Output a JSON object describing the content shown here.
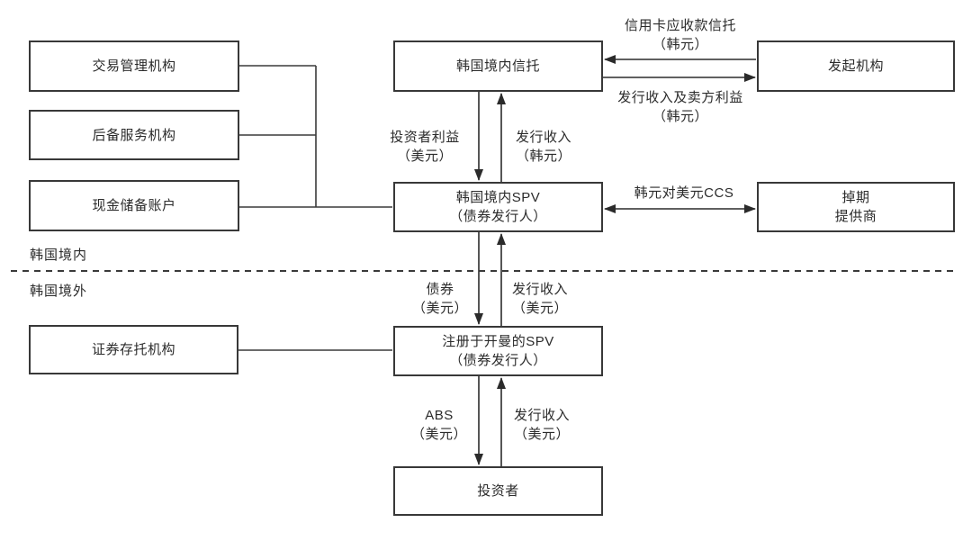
{
  "diagram": {
    "regions": {
      "inside": "韩国境内",
      "outside": "韩国境外"
    },
    "nodes": {
      "trade_manager": {
        "label": "交易管理机构"
      },
      "backup_servicer": {
        "label": "后备服务机构"
      },
      "cash_reserve": {
        "label": "现金储备账户"
      },
      "korea_trust": {
        "label": "韩国境内信托"
      },
      "originator": {
        "label": "发起机构"
      },
      "korea_spv": {
        "line1": "韩国境内SPV",
        "line2": "（债券发行人）"
      },
      "swap_provider": {
        "line1": "掉期",
        "line2": "提供商"
      },
      "securities_depository": {
        "label": "证券存托机构"
      },
      "cayman_spv": {
        "line1": "注册于开曼的SPV",
        "line2": "（债券发行人）"
      },
      "investors": {
        "label": "投资者"
      }
    },
    "edges": {
      "card_receivables_trust": {
        "line1": "信用卡应收款信托",
        "line2": "（韩元）"
      },
      "proceeds_seller_interest": {
        "line1": "发行收入及卖方利益",
        "line2": "（韩元）"
      },
      "investor_interest_usd": {
        "line1": "投资者利益",
        "line2": "（美元）"
      },
      "issuance_proceeds_krw": {
        "line1": "发行收入",
        "line2": "（韩元）"
      },
      "krw_usd_ccs": {
        "label": "韩元对美元CCS"
      },
      "bonds_usd": {
        "line1": "债券",
        "line2": "（美元）"
      },
      "issuance_proceeds_usd_mid": {
        "line1": "发行收入",
        "line2": "（美元）"
      },
      "abs_usd": {
        "line1": "ABS",
        "line2": "（美元）"
      },
      "issuance_proceeds_usd_bottom": {
        "line1": "发行收入",
        "line2": "（美元）"
      }
    },
    "colors": {
      "line": "#3a3a3a",
      "text": "#2b2b2b",
      "background": "#ffffff"
    }
  }
}
